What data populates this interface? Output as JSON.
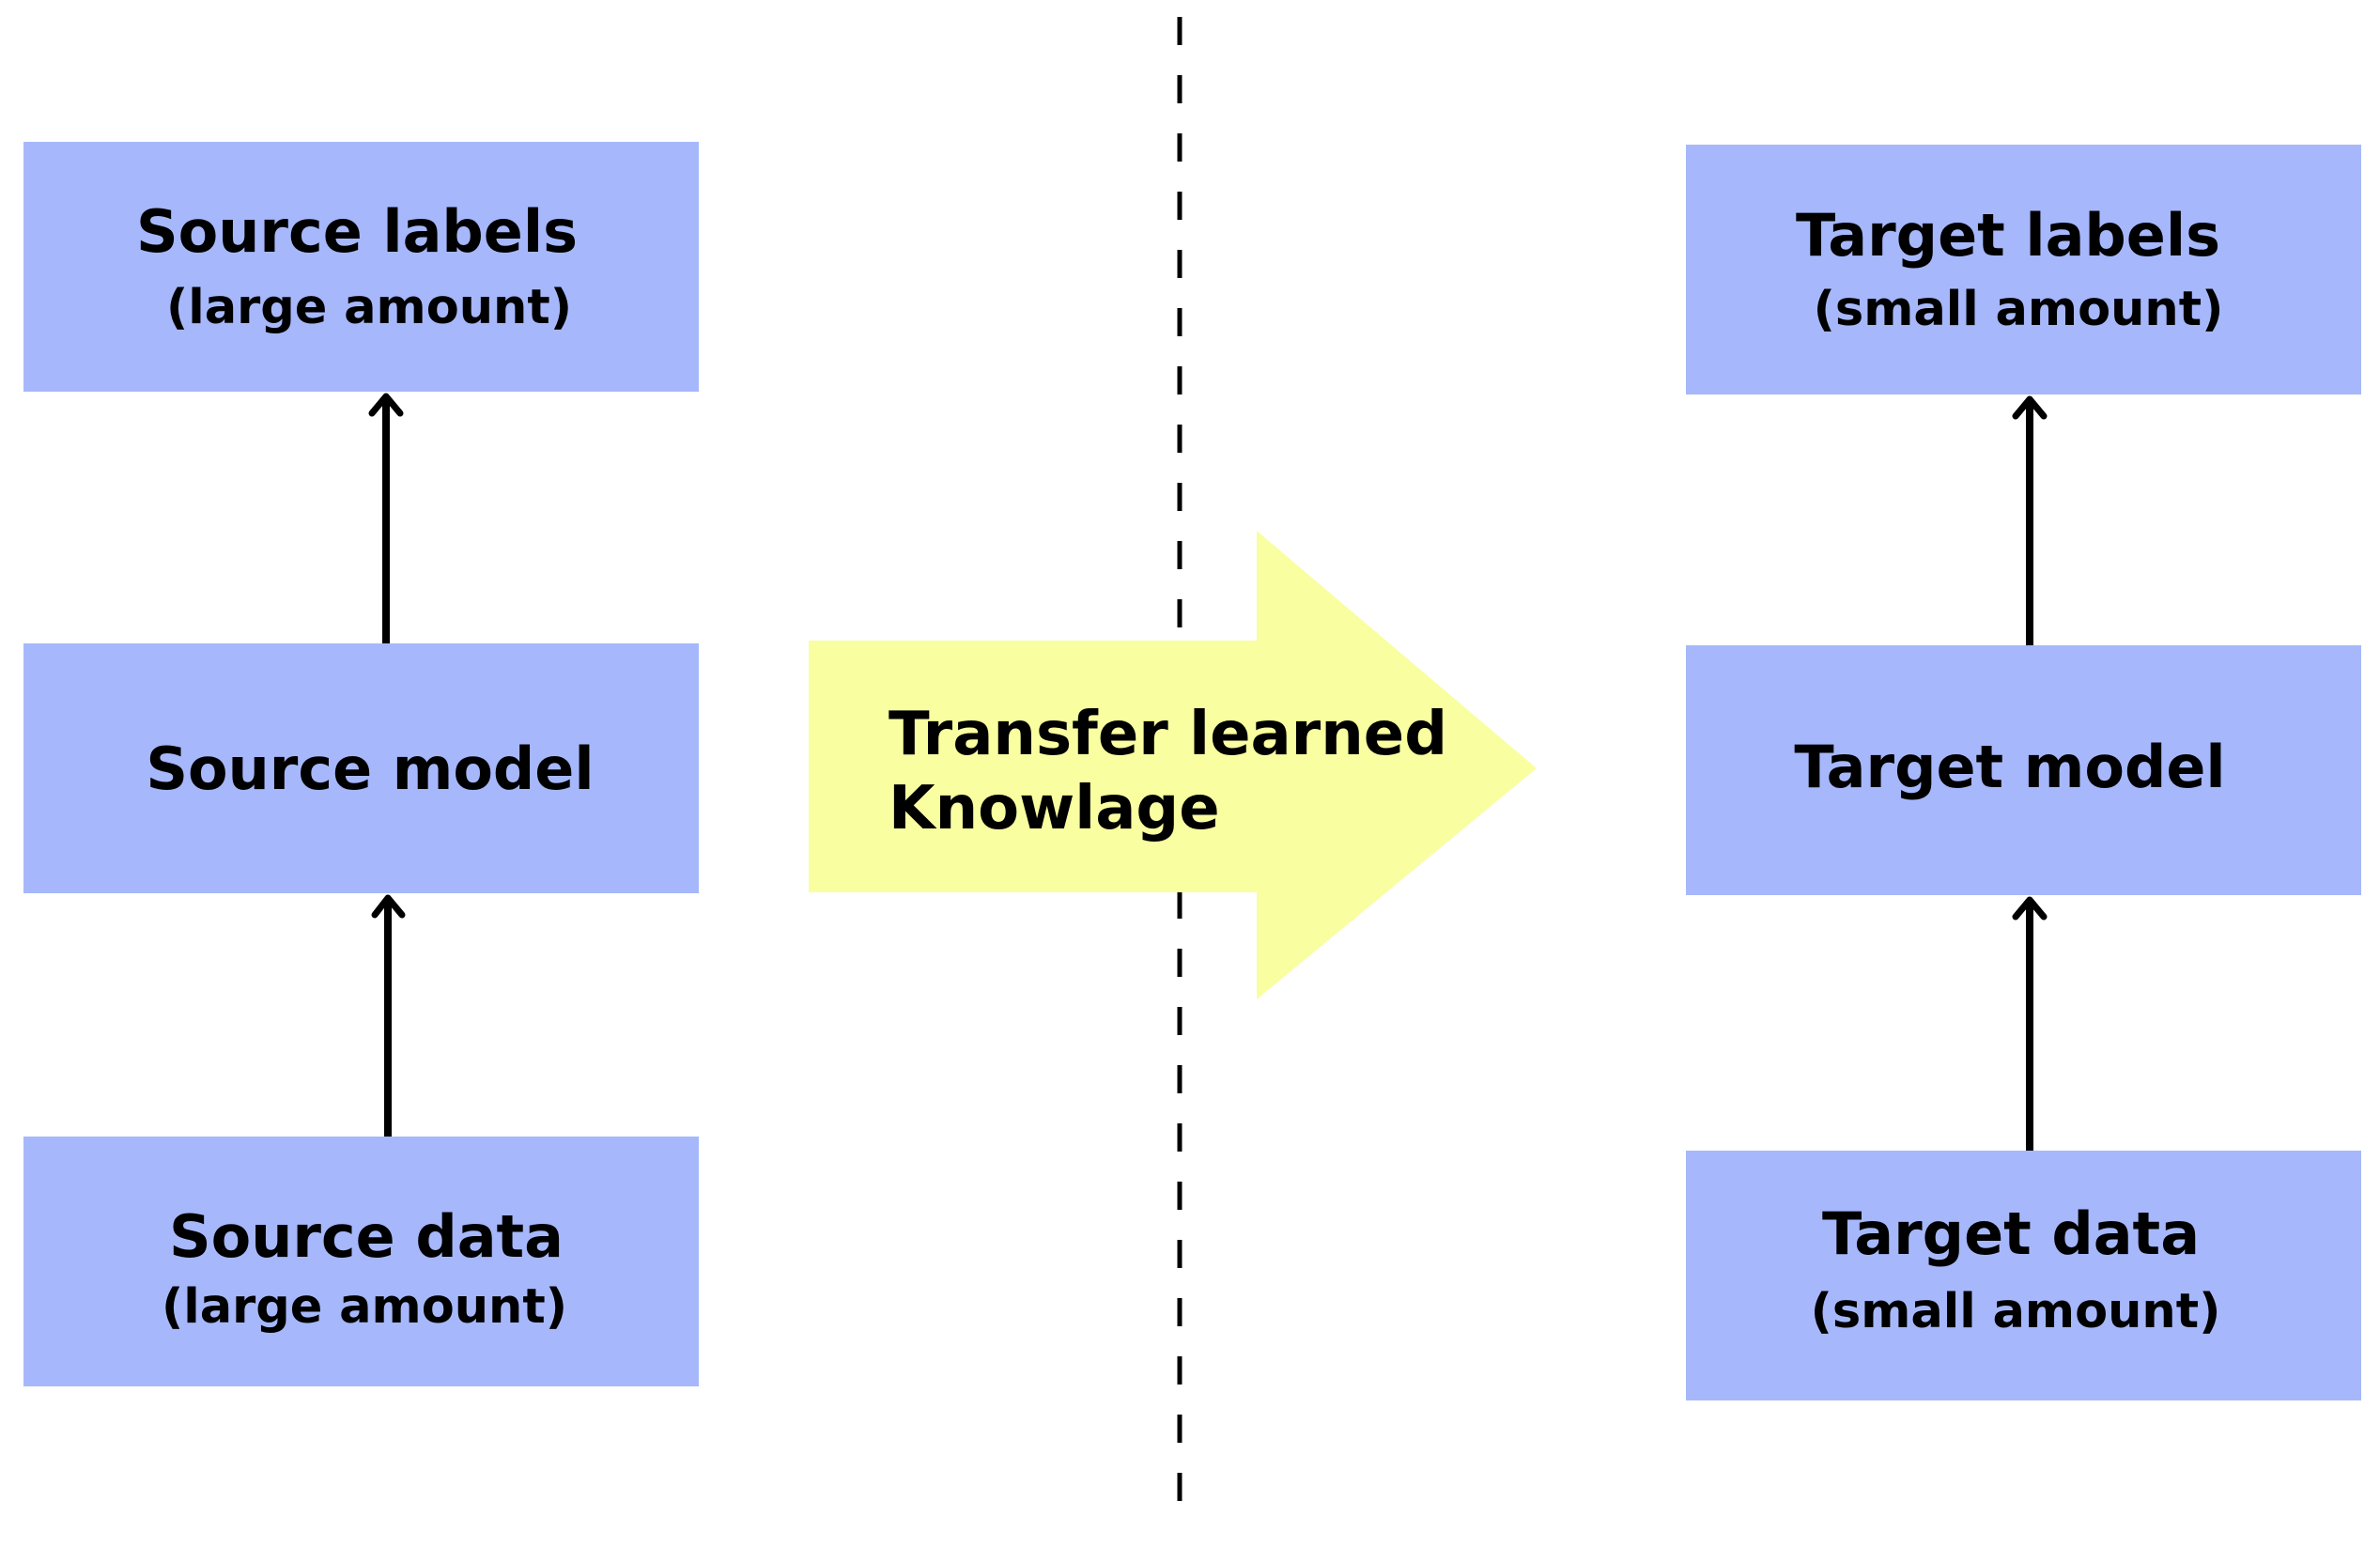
{
  "colors": {
    "box_fill": "#a6b8fb",
    "transfer_arrow_fill": "#f9fea0",
    "line": "#000000",
    "background": "#ffffff"
  },
  "source": {
    "labels": {
      "title": "Source labels",
      "subtitle": "(large amount)"
    },
    "model": {
      "title": "Source model"
    },
    "data": {
      "title": "Source data",
      "subtitle": "(large amount)"
    }
  },
  "target": {
    "labels": {
      "title": "Target labels",
      "subtitle": "(small amount)"
    },
    "model": {
      "title": "Target model"
    },
    "data": {
      "title": "Target data",
      "subtitle": "(small amount)"
    }
  },
  "transfer": {
    "line1": "Transfer learned",
    "line2": "Knowlage"
  }
}
